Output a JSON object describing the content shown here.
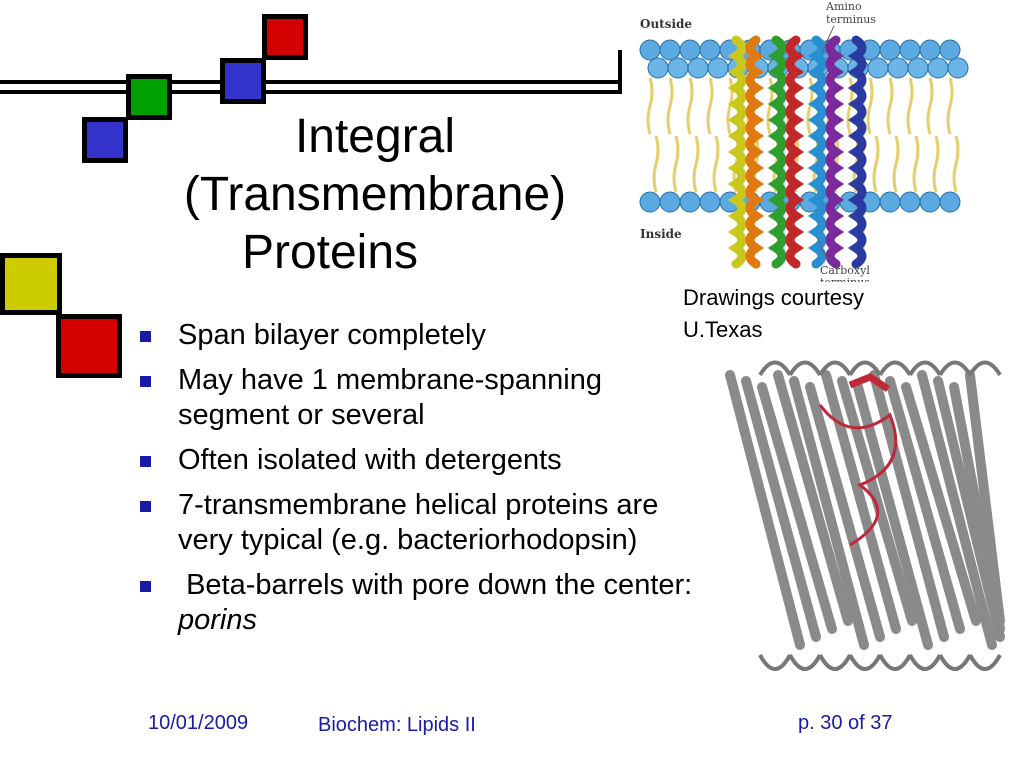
{
  "slide": {
    "title_lines": [
      "Integral",
      "(Transmembrane)",
      "Proteins"
    ],
    "bullets": [
      {
        "text": "Span bilayer completely"
      },
      {
        "text": "May have 1 membrane-spanning segment or several"
      },
      {
        "text": "Often isolated with detergents"
      },
      {
        "text": "7-transmembrane helical proteins are very typical (e.g. bacteriorhodopsin)"
      },
      {
        "text": " Beta-barrels with pore down the center: ",
        "emphasis": "porins"
      }
    ],
    "courtesy_lines": [
      "Drawings courtesy",
      "U.Texas"
    ]
  },
  "membrane_figure": {
    "outside_label": "Outside",
    "inside_label": "Inside",
    "amino_label": [
      "Amino",
      "terminus"
    ],
    "carboxyl_label": [
      "Carboxyl",
      "terminus"
    ],
    "helix_colors": [
      "#c8c81e",
      "#e07a10",
      "#2e9e2e",
      "#c0282a",
      "#2a8fd0",
      "#7a2a9a",
      "#2a3aa0"
    ]
  },
  "barrel_figure": {
    "strand_color": "#8a8a8a",
    "loop_color": "#c0283a"
  },
  "decor_colors": {
    "red": "#d40000",
    "blue": "#3333cc",
    "green": "#00a000",
    "yellow": "#cccc00",
    "bullet": "#1a1aa8"
  },
  "footer": {
    "date": "10/01/2009",
    "course": "Biochem: Lipids II",
    "page": "p. 30 of 37"
  }
}
